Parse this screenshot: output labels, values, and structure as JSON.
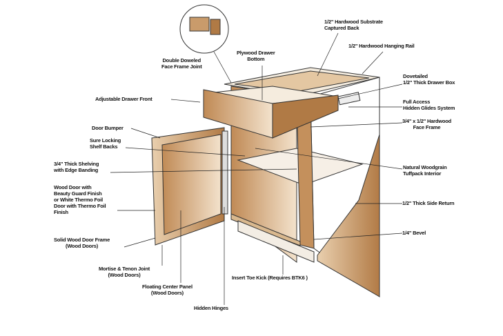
{
  "labels": {
    "double_doweled": [
      "Double Doweled",
      "Face Frame Joint"
    ],
    "plywood_bottom": [
      "Plywood Drawer",
      "Bottom"
    ],
    "captured_back": [
      "1/2\" Hardwood Substrate",
      "Captured Back"
    ],
    "hanging_rail": "1/2\" Hardwood Hanging Rail",
    "drawer_box": [
      "Dovetailed",
      "1/2\" Thick Drawer Box"
    ],
    "glides": [
      "Full Access",
      "Hidden Glides System"
    ],
    "face_frame": [
      "3/4\" x 1/2\" Hardwood",
      "Face Frame"
    ],
    "drawer_front": "Adjustable Drawer Front",
    "door_bumper": "Door Bumper",
    "shelf_backs": [
      "Sure Locking",
      "Shelf Backs"
    ],
    "shelving": [
      "3/4\" Thick Shelving",
      "with Edge Banding"
    ],
    "wood_door": [
      "Wood Door with",
      "Beauty Guard Finish",
      "or White Thermo Foil",
      "Door with Thermo Foil",
      "Finish"
    ],
    "door_frame": [
      "Solid Wood Door Frame",
      "(Wood Doors)"
    ],
    "mortise": [
      "Mortise & Tenon Joint",
      "(Wood Doors)"
    ],
    "center_panel": [
      "Floating Center Panel",
      "(Wood Doors)"
    ],
    "hinges": "Hidden Hinges",
    "toe_kick": "Insert Toe Kick (Requires BTK6 )",
    "interior": [
      "Natural Woodgrain",
      "Tuffpack Interior"
    ],
    "side_return": "1/2\" Thick Side Return",
    "bevel": "1/4\" Bevel"
  },
  "colors": {
    "wood_dark": "#b07a45",
    "wood_light": "#e8c9a3",
    "line": "#333333"
  }
}
